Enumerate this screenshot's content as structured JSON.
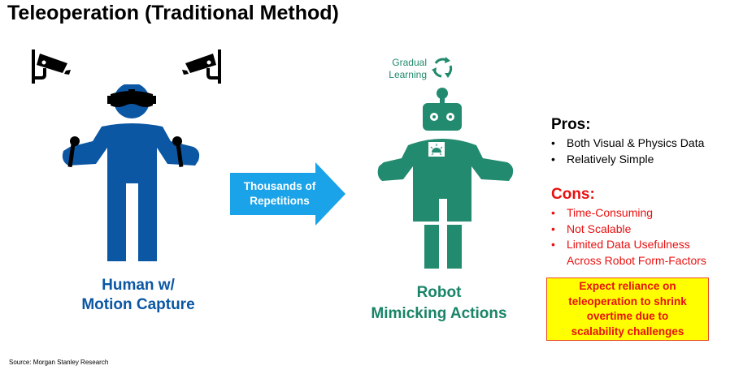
{
  "title": "Teleoperation (Traditional Method)",
  "icons": {
    "camera_left": "security-camera-icon",
    "camera_right": "security-camera-icon",
    "human": "human-with-vr-headset-icon",
    "robot": "robot-icon",
    "cycle": "refresh-cycle-icon",
    "chip": "ai-chip-icon"
  },
  "colors": {
    "human_blue": "#0b57a4",
    "arrow_blue": "#1aa3e8",
    "robot_green": "#228b6f",
    "cons_red": "#e8100f",
    "callout_yellow": "#ffff00"
  },
  "human": {
    "label_line1": "Human w/",
    "label_line2": "Motion Capture"
  },
  "arrow": {
    "line1": "Thousands of",
    "line2": "Repetitions"
  },
  "learning": {
    "line1": "Gradual",
    "line2": "Learning"
  },
  "robot": {
    "label_line1": "Robot",
    "label_line2": "Mimicking Actions"
  },
  "pros": {
    "heading": "Pros:",
    "items": [
      "Both Visual & Physics Data",
      "Relatively Simple"
    ]
  },
  "cons": {
    "heading": "Cons:",
    "items": [
      "Time-Consuming",
      "Not Scalable",
      "Limited Data Usefulness",
      "Across Robot Form-Factors"
    ]
  },
  "callout": {
    "line1": "Expect reliance on",
    "line2": "teleoperation to shrink",
    "line3": "overtime due to",
    "line4": "scalability challenges"
  },
  "source": "Source: Morgan Stanley Research"
}
